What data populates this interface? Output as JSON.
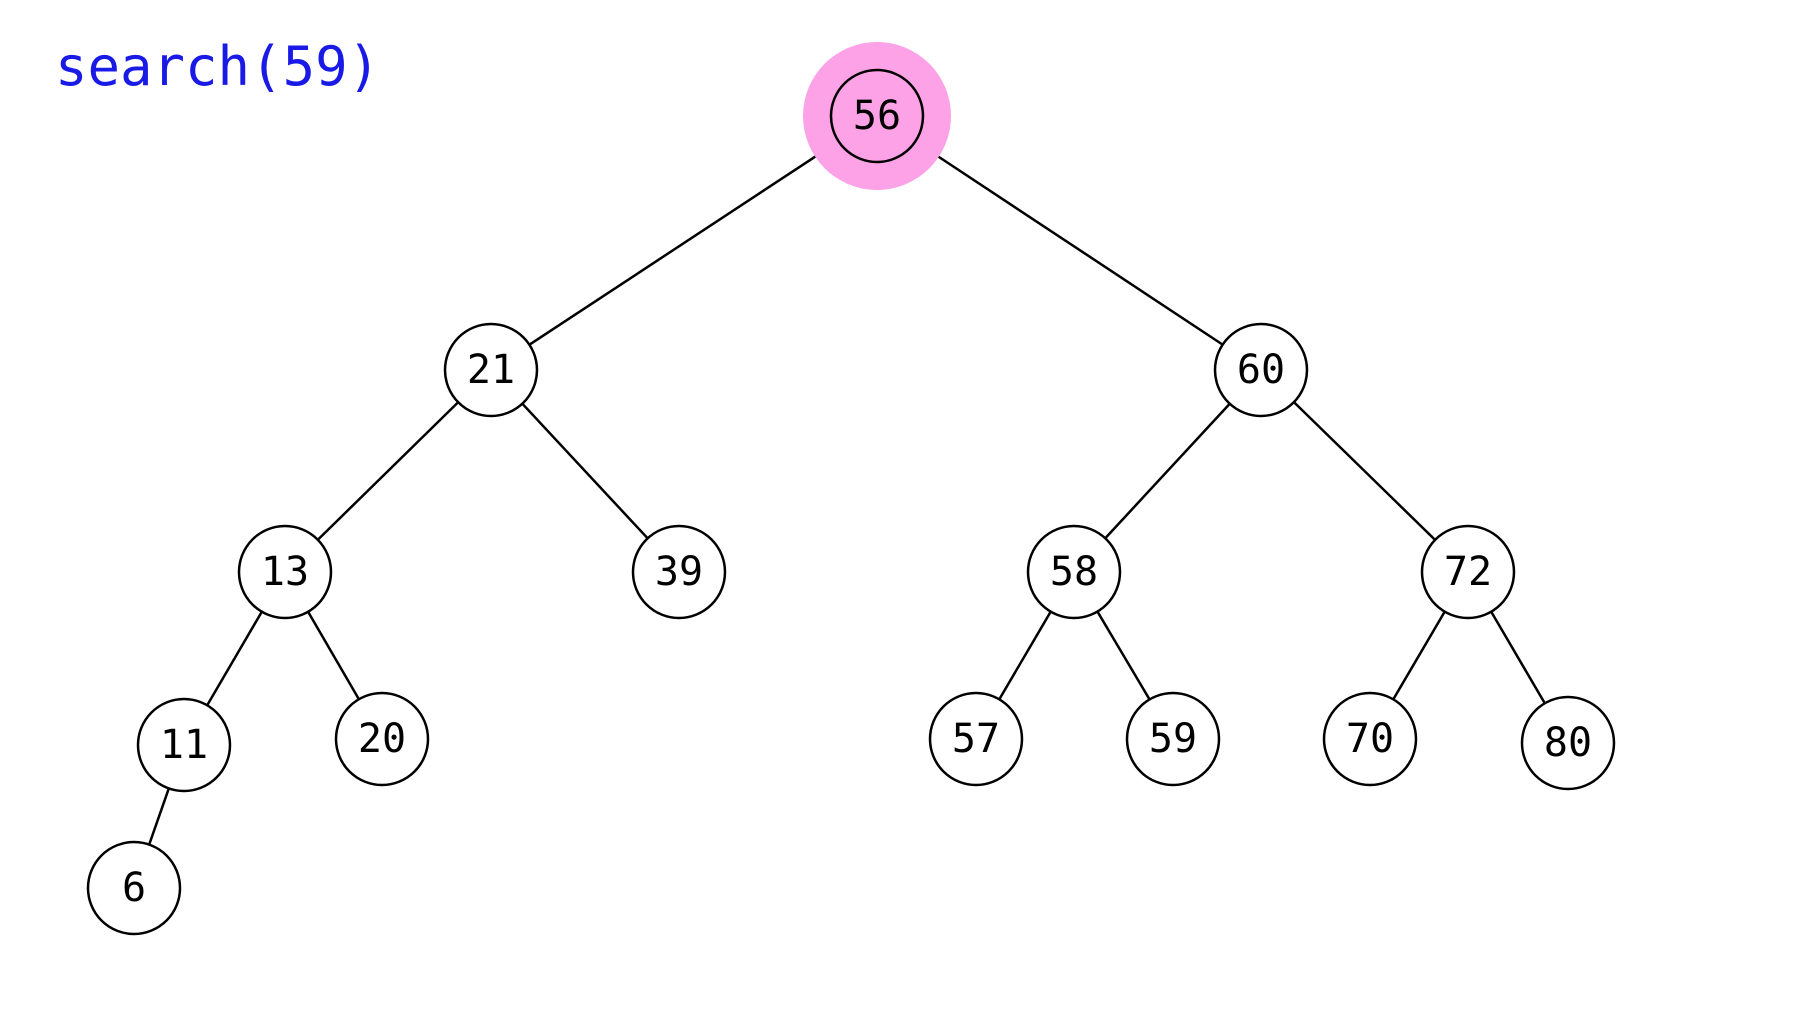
{
  "caption": "search(59)",
  "colors": {
    "caption": "#1a1ae6",
    "highlight": "#fda2e6",
    "stroke": "#000000",
    "node_fill": "#ffffff"
  },
  "tree": {
    "highlighted_node": "56",
    "nodes": [
      {
        "id": "56",
        "label": "56"
      },
      {
        "id": "21",
        "label": "21"
      },
      {
        "id": "60",
        "label": "60"
      },
      {
        "id": "13",
        "label": "13"
      },
      {
        "id": "39",
        "label": "39"
      },
      {
        "id": "58",
        "label": "58"
      },
      {
        "id": "72",
        "label": "72"
      },
      {
        "id": "11",
        "label": "11"
      },
      {
        "id": "20",
        "label": "20"
      },
      {
        "id": "57",
        "label": "57"
      },
      {
        "id": "59",
        "label": "59"
      },
      {
        "id": "70",
        "label": "70"
      },
      {
        "id": "80",
        "label": "80"
      },
      {
        "id": "6",
        "label": "6"
      }
    ],
    "edges": [
      {
        "from": "56",
        "to": "21"
      },
      {
        "from": "56",
        "to": "60"
      },
      {
        "from": "21",
        "to": "13"
      },
      {
        "from": "21",
        "to": "39"
      },
      {
        "from": "60",
        "to": "58"
      },
      {
        "from": "60",
        "to": "72"
      },
      {
        "from": "13",
        "to": "11"
      },
      {
        "from": "13",
        "to": "20"
      },
      {
        "from": "58",
        "to": "57"
      },
      {
        "from": "58",
        "to": "59"
      },
      {
        "from": "72",
        "to": "70"
      },
      {
        "from": "72",
        "to": "80"
      },
      {
        "from": "11",
        "to": "6"
      }
    ]
  }
}
